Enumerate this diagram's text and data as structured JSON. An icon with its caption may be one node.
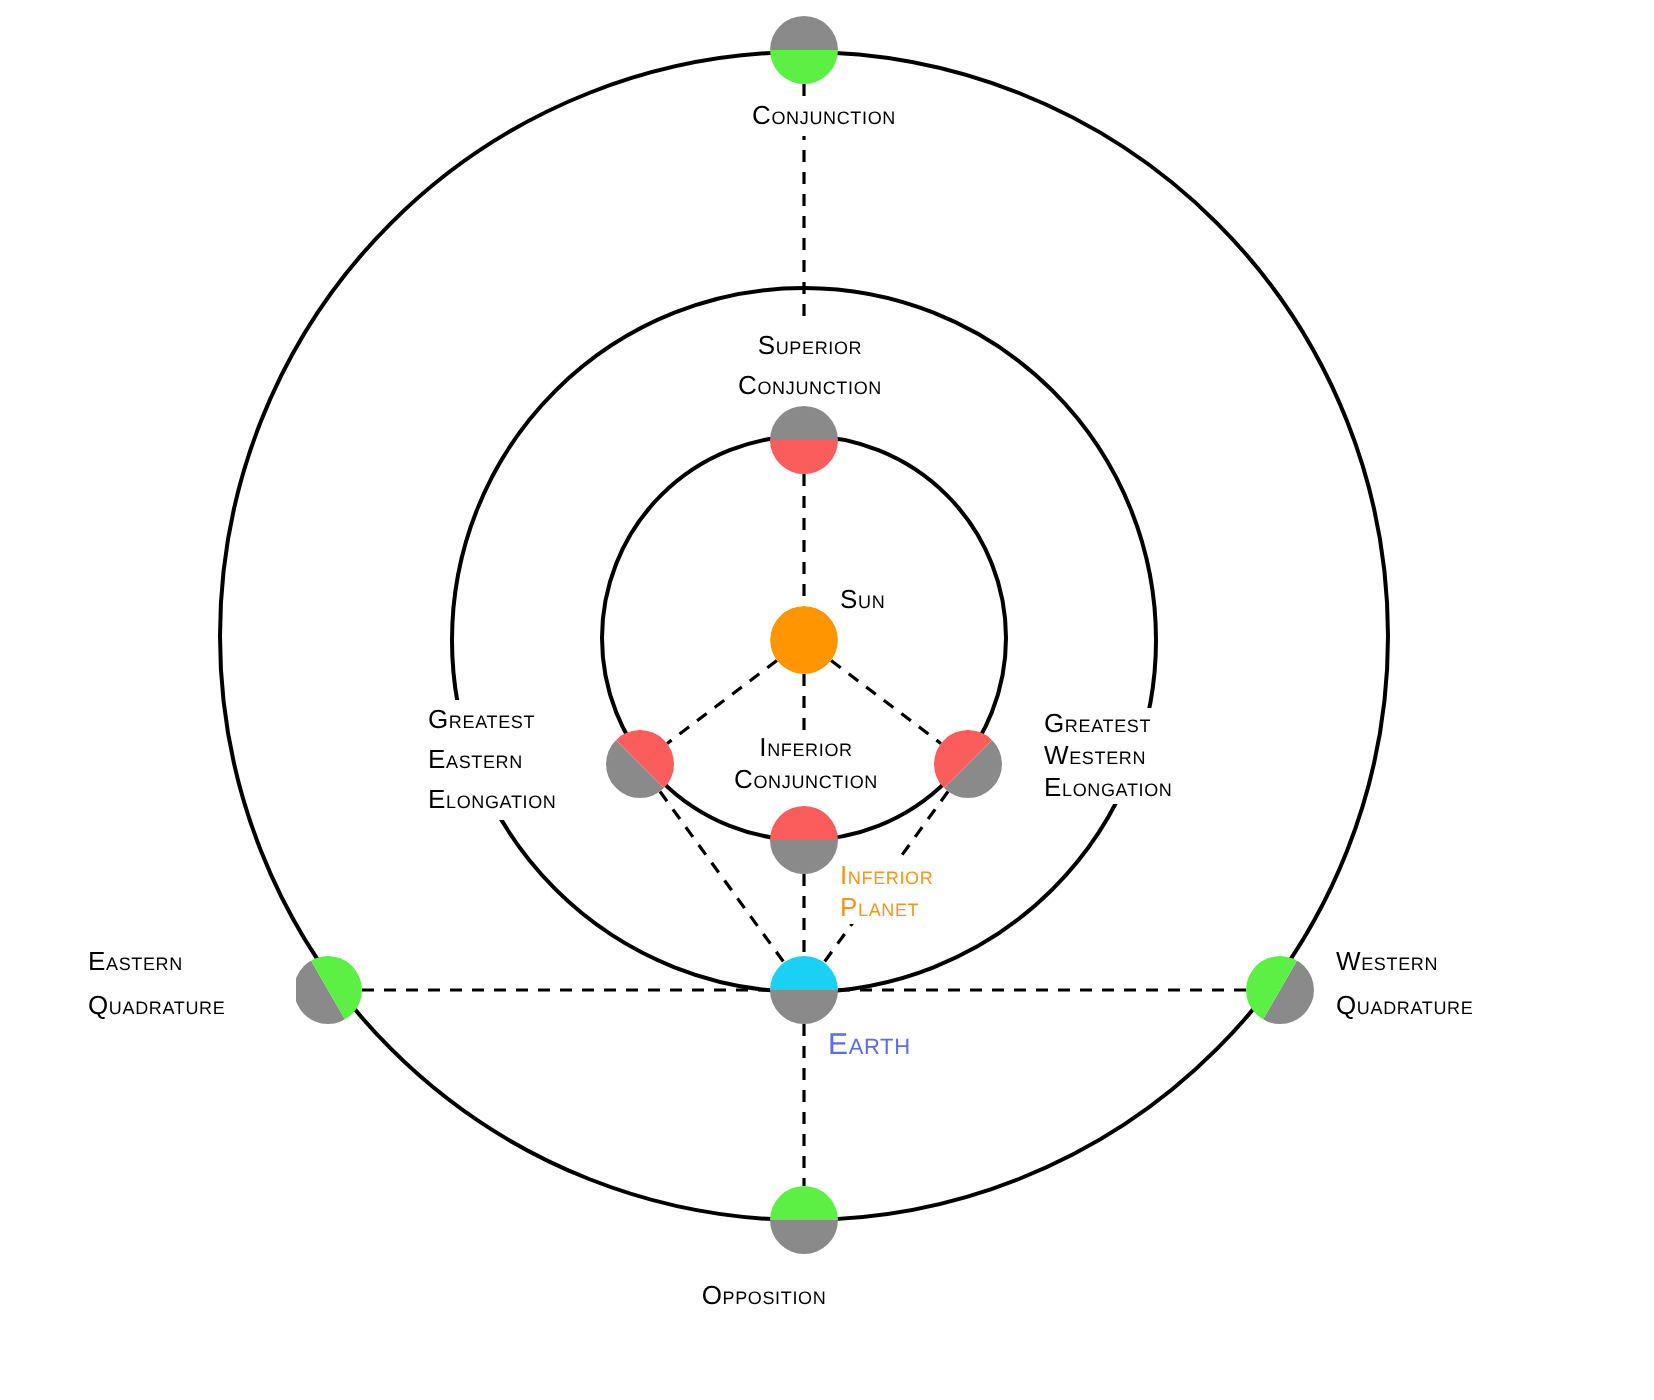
{
  "diagram": {
    "nodes": [
      {
        "text": [],
        "shape": "circle",
        "beside": [
          "Conjunction"
        ]
      },
      {
        "text": [],
        "shape": "circle",
        "beside": [
          "Superior Conjunction"
        ]
      },
      {
        "text": [],
        "shape": "circle",
        "beside": [
          "Sun"
        ]
      },
      {
        "text": [],
        "shape": "circle",
        "beside": [
          "Greatest Eastern Elongation"
        ]
      },
      {
        "text": [],
        "shape": "circle",
        "beside": [
          "Greatest Western Elongation"
        ]
      },
      {
        "text": [],
        "shape": "circle",
        "beside": [
          "Inferior Conjunction"
        ]
      },
      {
        "text": [],
        "shape": "circle",
        "beside": [
          "Eastern Quadrature"
        ]
      },
      {
        "text": [],
        "shape": "circle",
        "beside": [
          "Earth"
        ]
      },
      {
        "text": [],
        "shape": "circle",
        "beside": [
          "Western Quadrature"
        ]
      },
      {
        "text": [],
        "shape": "circle",
        "beside": [
          "Opposition"
        ]
      }
    ],
    "edges": [
      {
        "from": 0,
        "to": 1,
        "arrow": "none",
        "style": "dashed"
      },
      {
        "from": 1,
        "to": 2,
        "arrow": "none",
        "style": "dashed"
      },
      {
        "from": 2,
        "to": 3,
        "arrow": "none",
        "style": "dashed"
      },
      {
        "from": 2,
        "to": 4,
        "arrow": "none",
        "style": "dashed"
      },
      {
        "from": 2,
        "to": 5,
        "arrow": "none",
        "style": "dashed"
      },
      {
        "from": 3,
        "to": 7,
        "arrow": "none",
        "style": "dashed"
      },
      {
        "from": 4,
        "to": 7,
        "arrow": "none",
        "style": "dashed"
      },
      {
        "from": 5,
        "to": 7,
        "arrow": "none",
        "style": "dashed"
      },
      {
        "from": 6,
        "to": 7,
        "arrow": "none",
        "style": "dashed"
      },
      {
        "from": 7,
        "to": 8,
        "arrow": "none",
        "style": "dashed"
      },
      {
        "from": 7,
        "to": 9,
        "arrow": "none",
        "style": "dashed"
      }
    ],
    "labels": [
      "Inferior Planet"
    ]
  }
}
